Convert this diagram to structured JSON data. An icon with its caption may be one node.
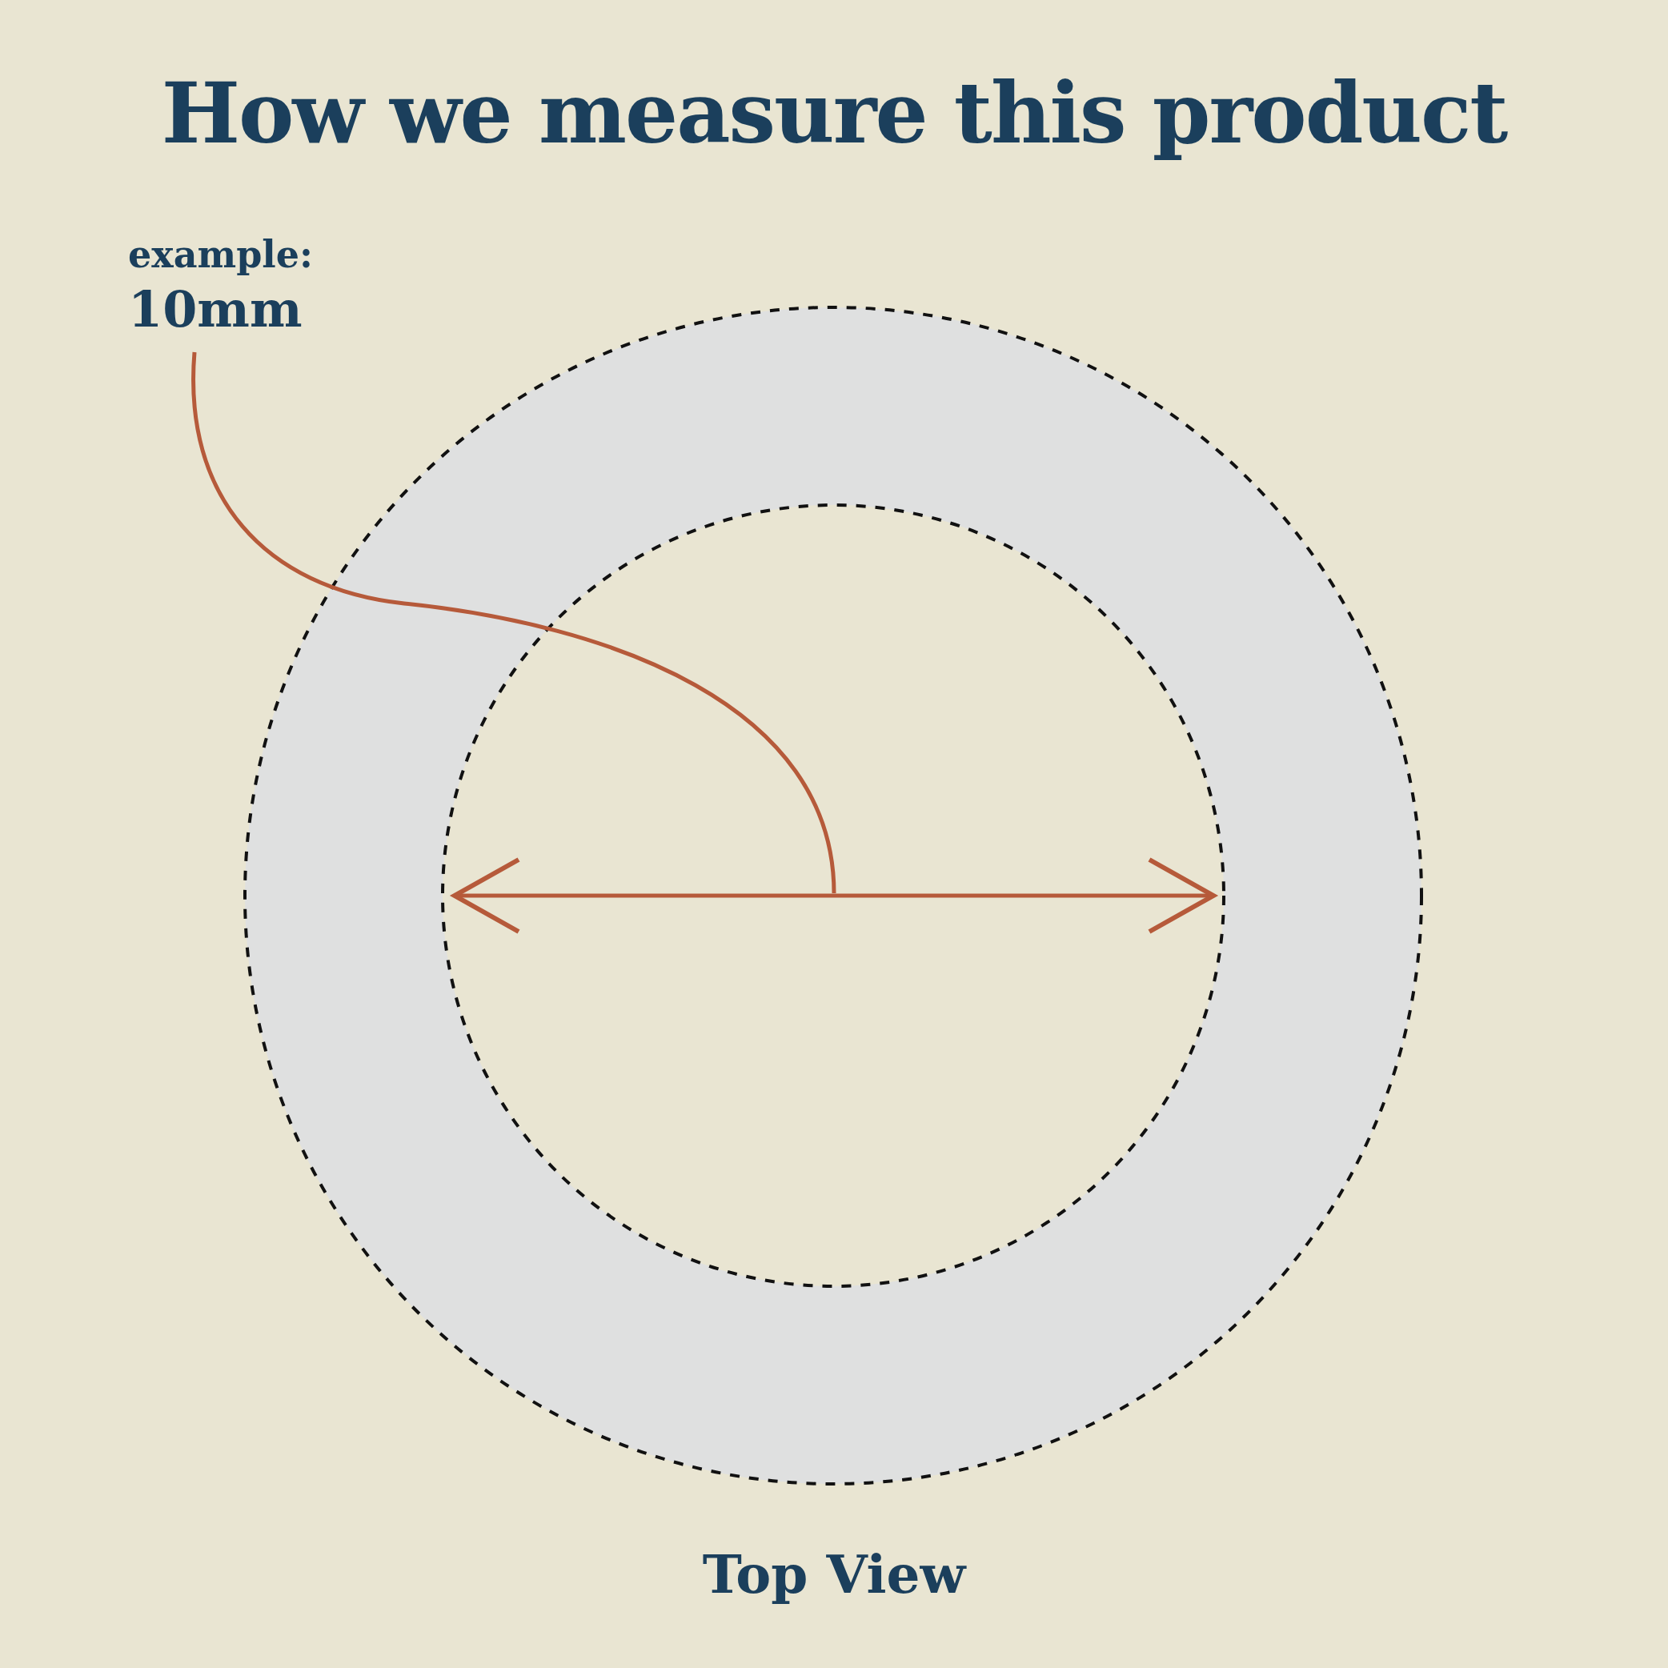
{
  "diagram": {
    "title": "How we measure this product",
    "caption": "Top View",
    "nodes": [
      {
        "text": [
          "example:",
          "10mm"
        ]
      },
      {
        "text": [],
        "shape": "arrow"
      }
    ],
    "edges": [
      {
        "from": 0,
        "to": 1,
        "arrow": "none"
      }
    ]
  }
}
